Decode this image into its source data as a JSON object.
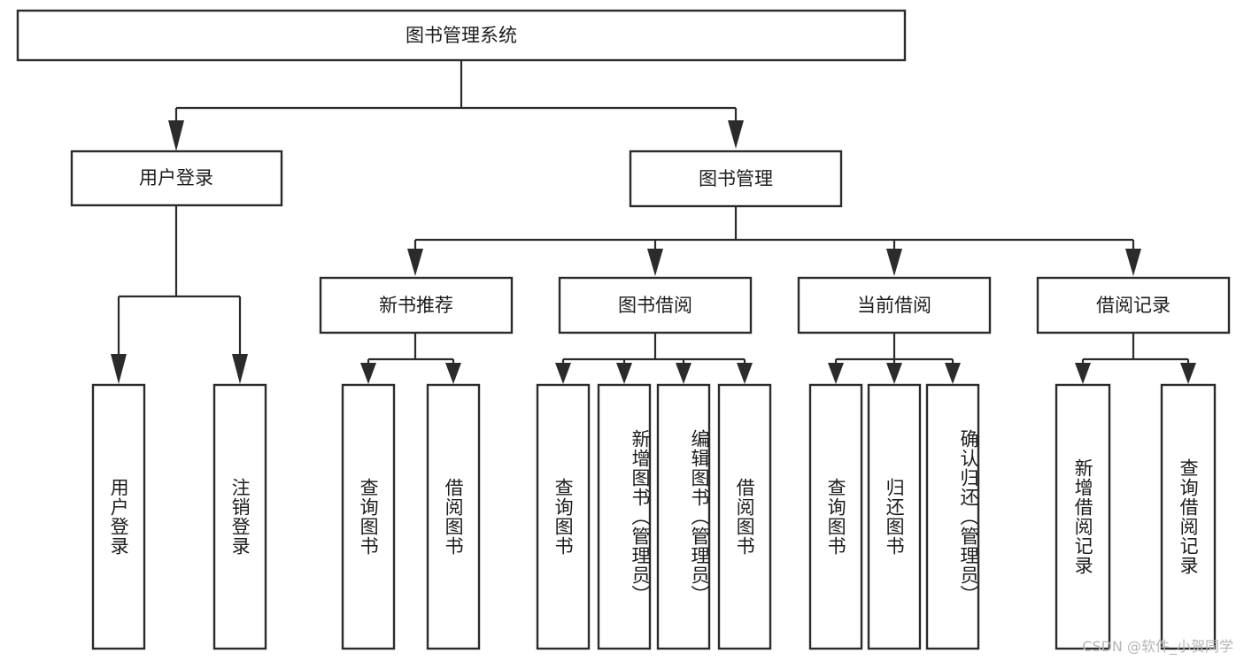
{
  "diagram": {
    "title": "图书管理系统",
    "type": "tree",
    "watermark": "CSDN @软件_小贺同学",
    "colors": {
      "box_stroke": "#2b2b2b",
      "box_fill": "#ffffff",
      "text": "#1c1c1c",
      "background": "#ffffff",
      "watermark": "#b6b6b6"
    },
    "nodes": {
      "root": {
        "label": "图书管理系统",
        "level": 0,
        "orientation": "horizontal"
      },
      "l1": [
        {
          "label": "用户登录",
          "orientation": "horizontal"
        },
        {
          "label": "图书管理",
          "orientation": "horizontal"
        }
      ],
      "l2": [
        {
          "label": "新书推荐",
          "orientation": "horizontal"
        },
        {
          "label": "图书借阅",
          "orientation": "horizontal"
        },
        {
          "label": "当前借阅",
          "orientation": "horizontal"
        },
        {
          "label": "借阅记录",
          "orientation": "horizontal"
        }
      ],
      "leaves": {
        "user_login": [
          {
            "label": "用户登录",
            "orientation": "vertical"
          },
          {
            "label": "注销登录",
            "orientation": "vertical"
          }
        ],
        "new_book_recommend": [
          {
            "label": "查询图书",
            "orientation": "vertical"
          },
          {
            "label": "借阅图书",
            "orientation": "vertical"
          }
        ],
        "book_borrow": [
          {
            "label": "查询图书",
            "orientation": "vertical"
          },
          {
            "label": "新增图书（管理员）",
            "orientation": "vertical"
          },
          {
            "label": "编辑图书（管理员）",
            "orientation": "vertical"
          },
          {
            "label": "借阅图书",
            "orientation": "vertical"
          }
        ],
        "current_borrow": [
          {
            "label": "查询图书",
            "orientation": "vertical"
          },
          {
            "label": "归还图书",
            "orientation": "vertical"
          },
          {
            "label": "确认归还（管理员）",
            "orientation": "vertical"
          }
        ],
        "borrow_record": [
          {
            "label": "新增借阅记录",
            "orientation": "vertical"
          },
          {
            "label": "查询借阅记录",
            "orientation": "vertical"
          }
        ]
      }
    }
  }
}
